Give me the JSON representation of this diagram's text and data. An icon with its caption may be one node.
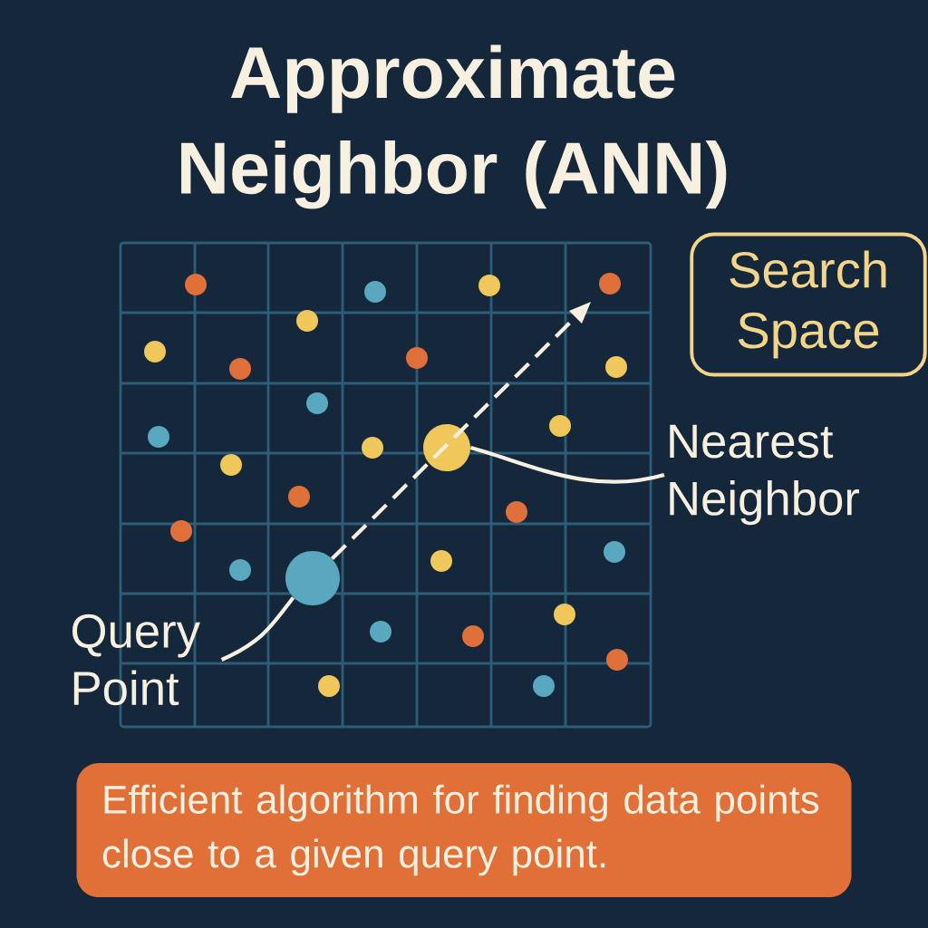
{
  "diagram": {
    "title": "Approximate Neighbor (ANN)",
    "nodes": [
      {
        "text": [
          "Query Point"
        ]
      },
      {
        "text": [],
        "shape": "circle"
      },
      {
        "text": [],
        "shape": "circle"
      },
      {
        "text": [
          "Nearest Neighbor"
        ]
      },
      {
        "text": [
          "Search Space"
        ]
      },
      {
        "text": [
          "Efficient algorithm for finding data points close to a given query point."
        ]
      }
    ],
    "edges": [
      {
        "from": 0,
        "to": 1,
        "arrow": "none"
      },
      {
        "from": 3,
        "to": 2,
        "arrow": "none"
      },
      {
        "from": 1,
        "to": null,
        "arrow": "to",
        "style": "dashed"
      }
    ]
  }
}
